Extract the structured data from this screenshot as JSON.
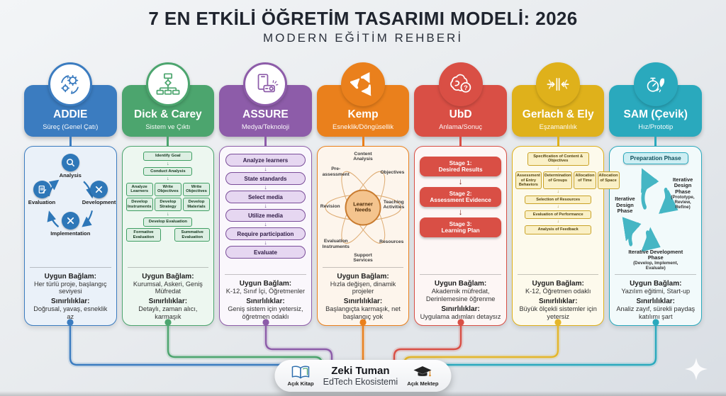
{
  "title": "7 EN ETKİLİ ÖĞRETİM TASARIMI MODELİ: 2026",
  "subtitle": "MODERN EĞİTİM REHBERİ",
  "section_labels": {
    "context": "Uygun Bağlam:",
    "limitations": "Sınırlılıklar:"
  },
  "models": [
    {
      "name": "ADDIE",
      "tagline": "Süreç (Genel Çatı)",
      "color": "#3b7cc0",
      "icon": "gears-cycle-icon",
      "context": "Her türlü proje, başlangıç seviyesi",
      "limitations": "Doğrusal, yavaş, esneklik az",
      "diagram": {
        "type": "cycle",
        "nodes": [
          "Analysis",
          "Development",
          "Implementation",
          "Evaluation"
        ]
      }
    },
    {
      "name": "Dick & Carey",
      "tagline": "Sistem ve Çıktı",
      "color": "#4ca56e",
      "icon": "flowchart-icon",
      "context": "Kurumsal, Askeri, Geniş Müfredat",
      "limitations": "Detaylı, zaman alıcı, karmaşık",
      "diagram": {
        "type": "flowchart",
        "boxes": [
          "Identify Goal",
          "Conduct Analysis",
          "Analyze Learners",
          "Write Objectives",
          "Write Objectives",
          "Develop Instruments",
          "Develop Strategy",
          "Develop Materials",
          "Develop Evaluation",
          "Formative Evaluation",
          "Summative Evaluation"
        ]
      }
    },
    {
      "name": "ASSURE",
      "tagline": "Medya/Teknoloji",
      "color": "#8d5ca9",
      "icon": "media-technology-icon",
      "context": "K-12, Sınıf İçi, Öğretmenler",
      "limitations": "Geniş sistem için yetersiz, öğretmen odaklı",
      "diagram": {
        "type": "steps",
        "boxes": [
          "Analyze learners",
          "State standards",
          "Select media",
          "Utilize media",
          "Require participation",
          "Evaluate"
        ]
      }
    },
    {
      "name": "Kemp",
      "tagline": "Esneklik/Döngüsellik",
      "color": "#ea801c",
      "icon": "cycle-arrows-icon",
      "context": "Hızla değişen, dinamik projeler",
      "limitations": "Başlangıçta karmaşık, net başlangıç yok",
      "diagram": {
        "type": "hub",
        "center": "Learner Needs",
        "around": [
          "Content Analysis",
          "Pre-assessment",
          "Objectives",
          "Revision",
          "Teaching Activities",
          "Evaluation Instruments",
          "Resources",
          "Support Services"
        ]
      }
    },
    {
      "name": "UbD",
      "tagline": "Anlama/Sonuç",
      "color": "#d94f45",
      "icon": "brain-question-icon",
      "icon_glyph": "?",
      "context": "Akademik müfredat, Derinlemesine öğrenme",
      "limitations": "Uygulama adımları detaysız",
      "diagram": {
        "type": "stages",
        "boxes": [
          {
            "label": "Stage 1:",
            "text": "Desired Results"
          },
          {
            "label": "Stage 2:",
            "text": "Assessment Evidence"
          },
          {
            "label": "Stage 3:",
            "text": "Learning Plan"
          }
        ]
      }
    },
    {
      "name": "Gerlach & Ely",
      "tagline": "Eşzamanlılık",
      "color": "#dfb11b",
      "icon": "converging-arrows-icon",
      "context": "K-12, Öğretmen odaklı",
      "limitations": "Büyük ölçekli sistemler için yetersiz",
      "diagram": {
        "type": "flowchart",
        "boxes": [
          "Specification of Content & Objectives",
          "Assessment of Entry Behaviors",
          "Determination of Groups",
          "Allocation of Time",
          "Allocation of Space",
          "Selection of Resources",
          "Evaluation of Performance",
          "Analysis of Feedback"
        ]
      }
    },
    {
      "name": "SAM (Çevik)",
      "tagline": "Hız/Prototip",
      "color": "#2aa9bd",
      "icon": "stopwatch-rocket-icon",
      "context": "Yazılım eğitimi, Start-up",
      "limitations": "Analiz zayıf, sürekli paydaş katılımı şart",
      "diagram": {
        "type": "cycle",
        "top": "Preparation Phase",
        "phases": [
          {
            "main": "Iterative Design Phase"
          },
          {
            "main": "Iterative Design Phase",
            "sub": "(Prototype, Review, Refine)"
          },
          {
            "main": "Iterative Development Phase",
            "sub": "(Develop, Implement, Evaluate)"
          }
        ]
      }
    }
  ],
  "footer": {
    "name": "Zeki Tuman",
    "org": "EdTech Ekosistemi",
    "left_label": "Açık Kitap",
    "right_label": "Açık Mektep"
  }
}
